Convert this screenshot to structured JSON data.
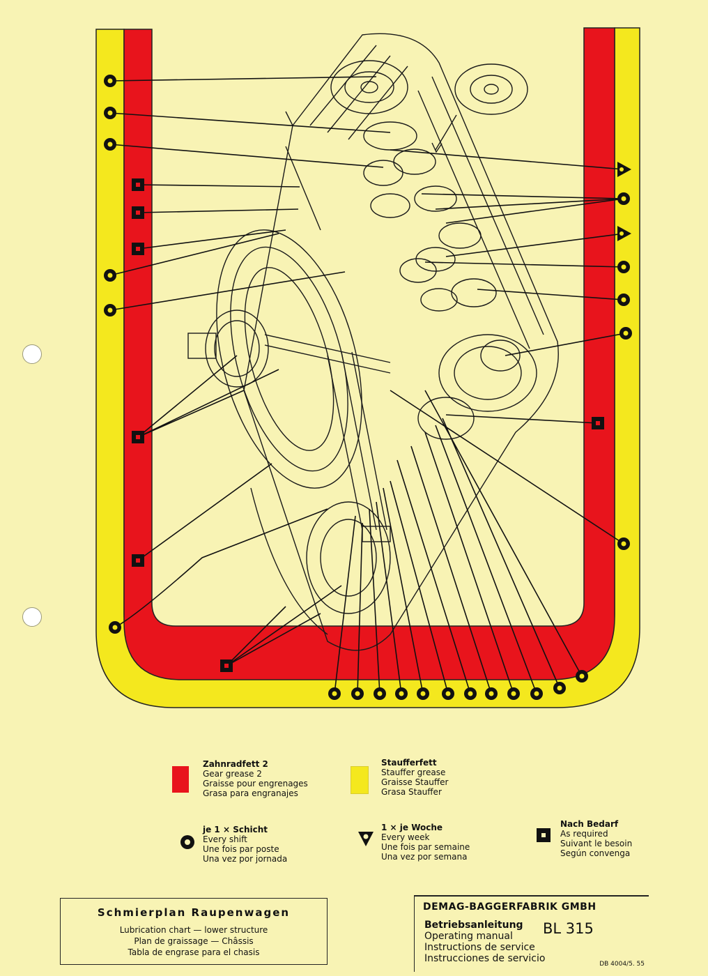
{
  "legend": {
    "gear_grease": {
      "title": "Zahnradfett 2",
      "lines": [
        "Gear grease 2",
        "Graisse pour engrenages",
        "Grasa para engranajes"
      ],
      "color": "#e8141c"
    },
    "stauffer_grease": {
      "title": "Staufferfett",
      "lines": [
        "Stauffer grease",
        "Graisse Stauffer",
        "Grasa Stauffer"
      ],
      "color": "#f4e81e"
    },
    "every_shift": {
      "title": "je 1 × Schicht",
      "lines": [
        "Every shift",
        "Une fois par poste",
        "Una vez por jornada"
      ],
      "icon": "circle-dot-icon"
    },
    "every_week": {
      "title": "1 × je Woche",
      "lines": [
        "Every week",
        "Une fois par semaine",
        "Una vez por semana"
      ],
      "icon": "triangle-dot-icon"
    },
    "as_required": {
      "title": "Nach Bedarf",
      "lines": [
        "As required",
        "Suivant le besoin",
        "Según convenga"
      ],
      "icon": "square-dot-icon"
    }
  },
  "title_block": {
    "title": "Schmierplan Raupenwagen",
    "lines": [
      "Lubrication chart — lower structure",
      "Plan de graissage — Châssis",
      "Tabla de engrase para el chasis"
    ]
  },
  "company_block": {
    "name": "DEMAG-BAGGERFABRIK GMBH",
    "lines": [
      "Betriebsanleitung",
      "Operating manual",
      "Instructions de service",
      "Instrucciones de servicio"
    ],
    "model": "BL 315",
    "doc_no": "DB 4004/5. 55"
  }
}
